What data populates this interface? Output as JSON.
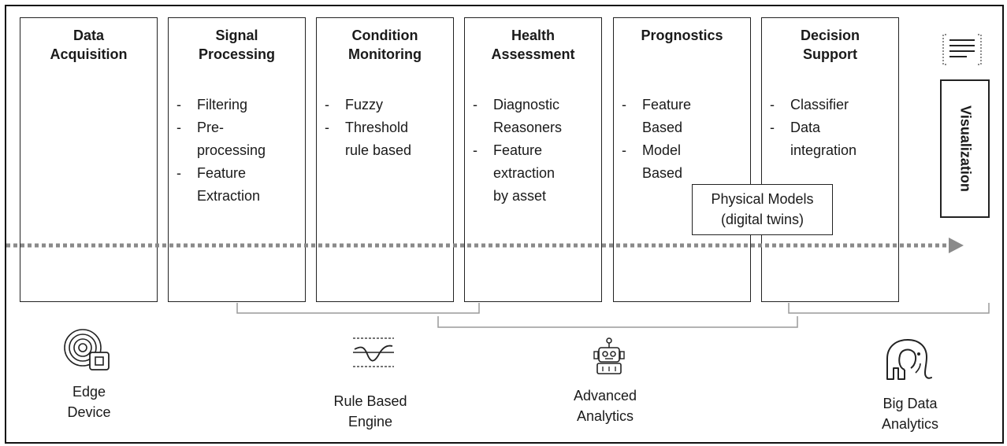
{
  "stages": [
    {
      "title": "Data\nAcquisition",
      "items": []
    },
    {
      "title": "Signal\nProcessing",
      "items": [
        "Filtering",
        "Pre-\nprocessing",
        "Feature\nExtraction"
      ]
    },
    {
      "title": "Condition\nMonitoring",
      "items": [
        "Fuzzy",
        "Threshold\nrule based"
      ]
    },
    {
      "title": "Health\nAssessment",
      "items": [
        "Diagnostic\nReasoners",
        "Feature\nextraction\nby asset"
      ]
    },
    {
      "title": "Prognostics",
      "items": [
        "Feature\nBased",
        "Model\nBased"
      ]
    },
    {
      "title": "Decision\nSupport",
      "items": [
        "Classifier",
        "Data\nintegration"
      ]
    }
  ],
  "visualization": {
    "label": "Visualization",
    "icon": "document-lines-icon"
  },
  "physical_models": {
    "label": "Physical Models\n(digital twins)"
  },
  "engines": [
    {
      "label": "Edge\nDevice",
      "icon": "edge-device-icon"
    },
    {
      "label": "Rule Based\nEngine",
      "icon": "waveform-threshold-icon"
    },
    {
      "label": "Advanced\nAnalytics",
      "icon": "robot-icon"
    },
    {
      "label": "Big Data\nAnalytics",
      "icon": "elephant-icon"
    }
  ],
  "colors": {
    "stroke": "#222222",
    "dotted_arrow": "#8a8a8a",
    "bracket": "#9a9a9a"
  }
}
